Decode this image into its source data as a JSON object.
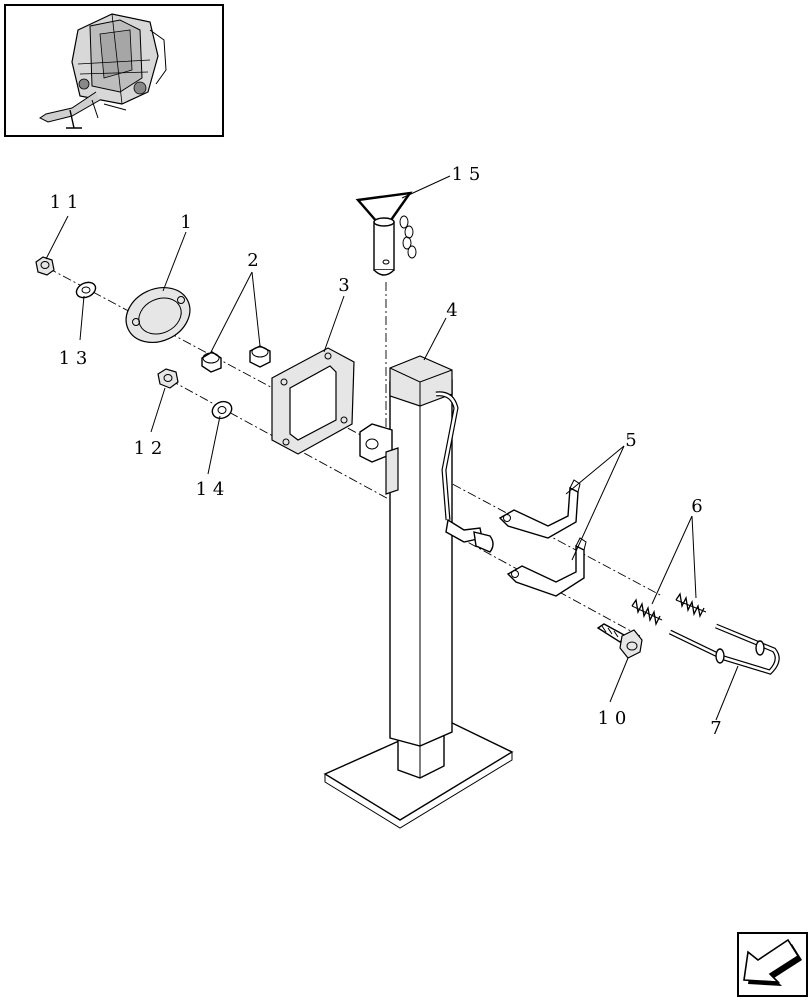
{
  "callouts": [
    {
      "id": "c11",
      "text": "1 1"
    },
    {
      "id": "c1",
      "text": "1"
    },
    {
      "id": "c2",
      "text": "2"
    },
    {
      "id": "c3",
      "text": "3"
    },
    {
      "id": "c4",
      "text": "4"
    },
    {
      "id": "c15",
      "text": "1 5"
    },
    {
      "id": "c13",
      "text": "1 3"
    },
    {
      "id": "c12",
      "text": "1 2"
    },
    {
      "id": "c14",
      "text": "1 4"
    },
    {
      "id": "c5",
      "text": "5"
    },
    {
      "id": "c6",
      "text": "6"
    },
    {
      "id": "c10",
      "text": "1 0"
    },
    {
      "id": "c7",
      "text": "7"
    }
  ]
}
